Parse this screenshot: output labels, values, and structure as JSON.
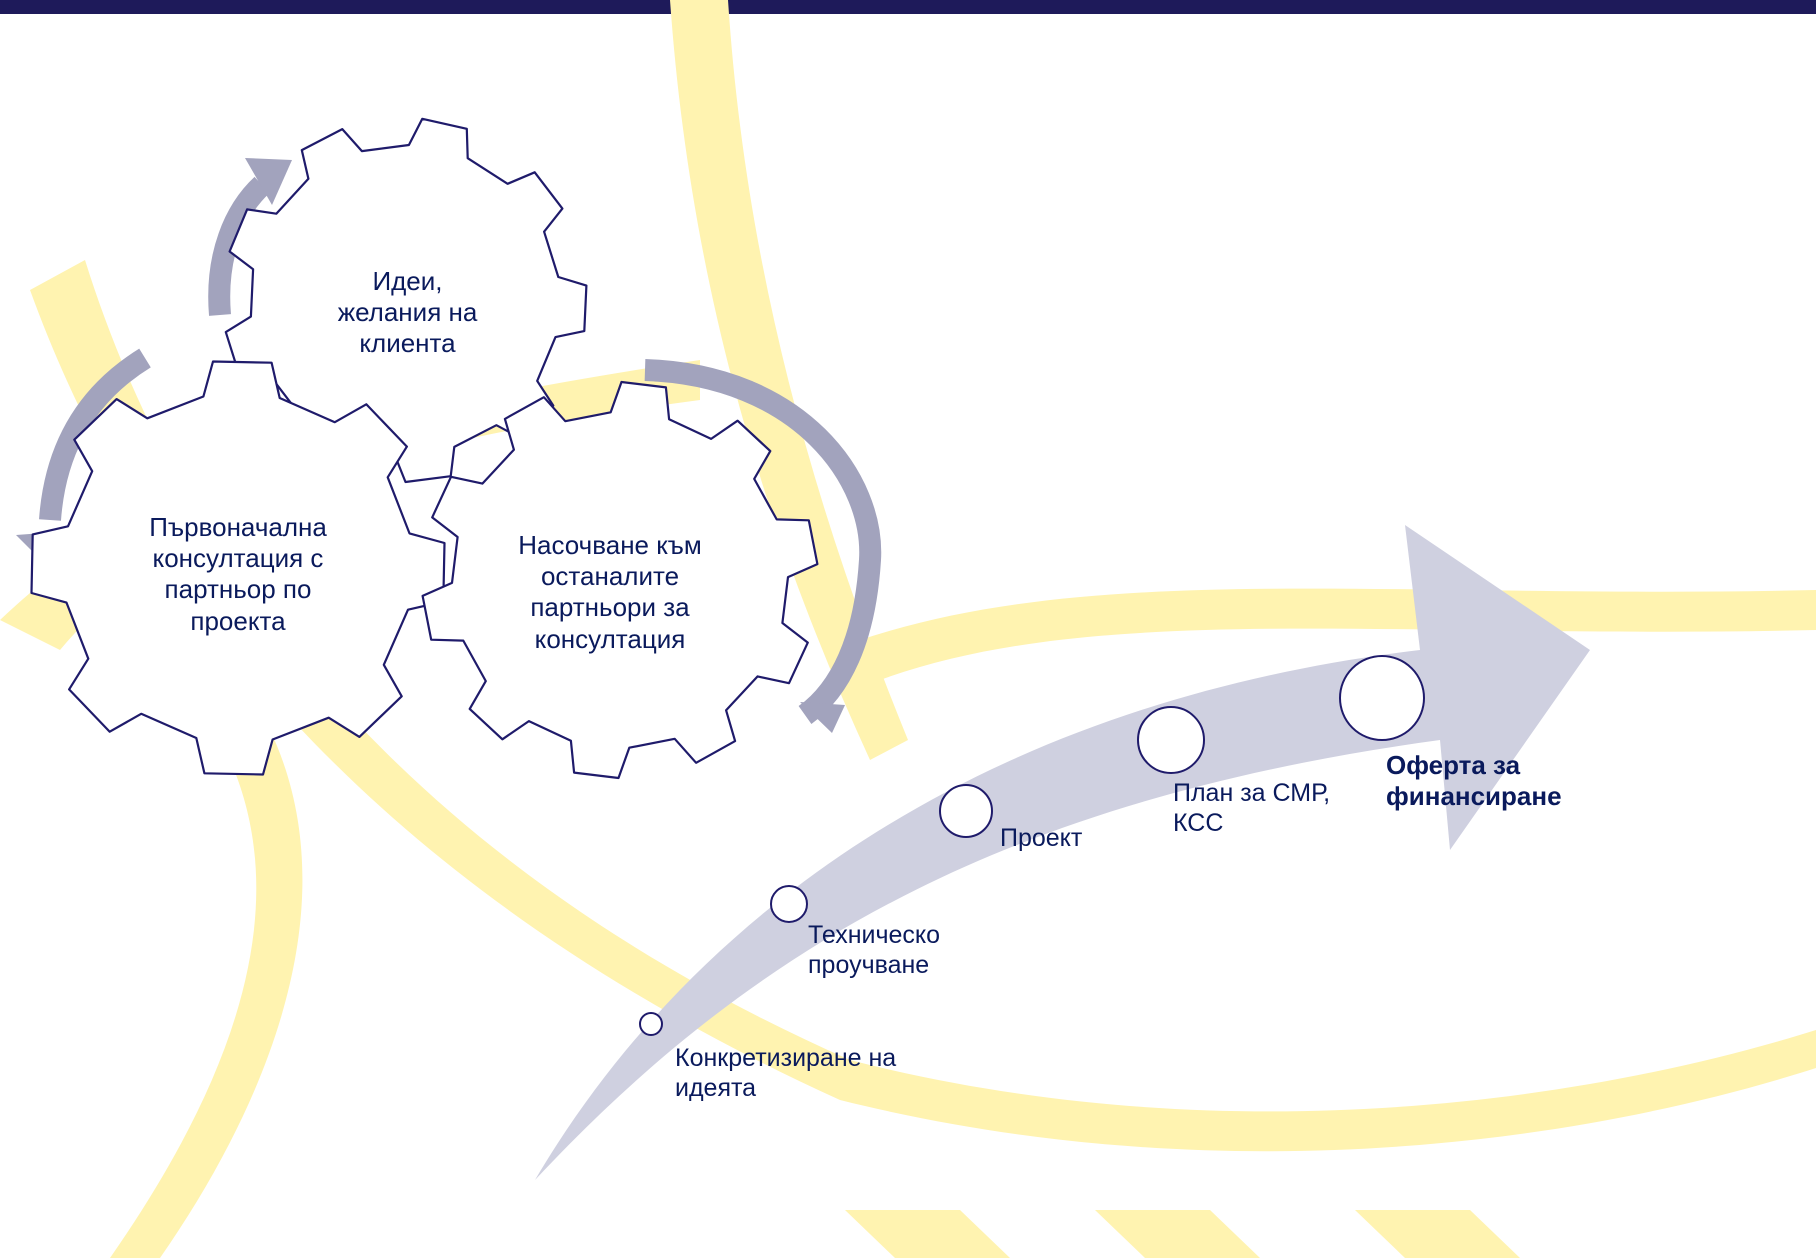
{
  "colors": {
    "top_bar": "#1e1a5a",
    "background_band": "#fff3b0",
    "gear_stroke": "#1f1b6b",
    "cycle_arrow": "#a2a3bd",
    "process_arrow": "#cfd0e0",
    "text": "#0a1a5c"
  },
  "cycle": {
    "gears": [
      {
        "id": "ideas",
        "label": "Идеи, желания на клиента"
      },
      {
        "id": "initial",
        "label": "Първоначална консултация с партньор по проекта"
      },
      {
        "id": "redirect",
        "label": "Насочване към останалите партньори за консултация"
      }
    ],
    "arrows": [
      "circular-arrow",
      "circular-arrow",
      "circular-arrow"
    ]
  },
  "process": {
    "steps": [
      {
        "label": "Конкретизиране на идеята",
        "emphasis": false
      },
      {
        "label": "Техническо проучване",
        "emphasis": false
      },
      {
        "label": "Проект",
        "emphasis": false
      },
      {
        "label": "План за СМР, КСС",
        "emphasis": false
      },
      {
        "label": "Оферта за финансиране",
        "emphasis": true
      }
    ]
  }
}
